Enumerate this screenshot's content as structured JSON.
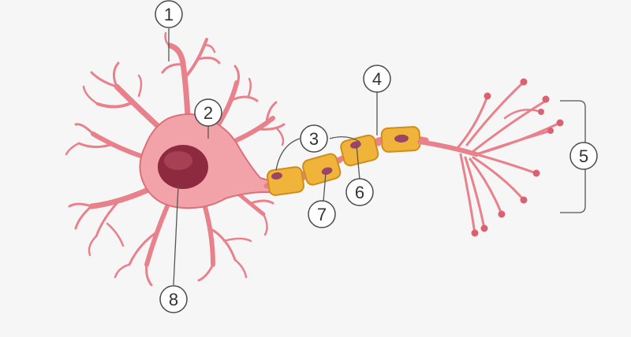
{
  "colors": {
    "background": "#f6f6f6",
    "neuron_fill": "#f2a3aa",
    "neuron_stroke": "#dd6f7a",
    "branch": "#e8818b",
    "bulb": "#dc6170",
    "nucleus": "#8d2a3f",
    "nucleus_highlight": "#b24a5d",
    "myelin_fill": "#f0b43a",
    "myelin_stroke": "#cf8d1c",
    "myelin_nucleus": "#9c4566",
    "node": "#ef7f8b",
    "leader_line": "#555555",
    "label_circle_fill": "#ffffff",
    "label_circle_stroke": "#4a4a4a",
    "label_text": "#333333"
  },
  "labels": {
    "l1": "1",
    "l2": "2",
    "l3": "3",
    "l4": "4",
    "l5": "5",
    "l6": "6",
    "l7": "7",
    "l8": "8"
  }
}
